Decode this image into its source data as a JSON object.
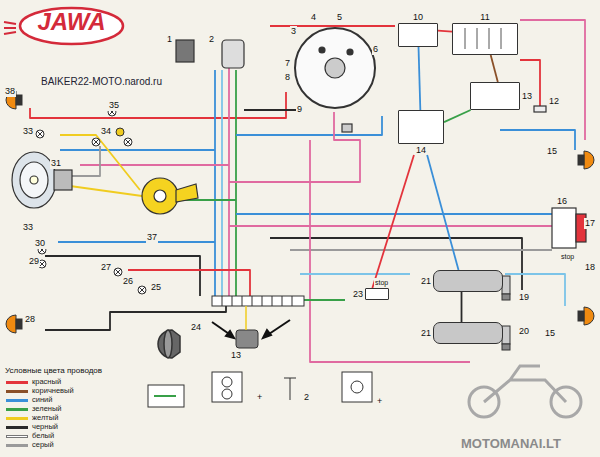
{
  "diagram": {
    "nodes": [
      {
        "text": [
          "JAWA"
        ]
      },
      {
        "text": [
          "10"
        ]
      },
      {
        "text": [
          "11"
        ]
      },
      {
        "text": [
          "13"
        ]
      },
      {
        "text": [
          "14"
        ]
      },
      {
        "text": [
          "23"
        ]
      },
      {
        "text": [
          "21"
        ]
      },
      {
        "text": [
          "21"
        ]
      }
    ],
    "edges": [
      {
        "from": 2,
        "to": 1,
        "arrow": "none"
      },
      {
        "from": 1,
        "to": 4,
        "arrow": "none"
      },
      {
        "from": 2,
        "to": 3,
        "arrow": "none"
      },
      {
        "from": 3,
        "to": 4,
        "arrow": "none"
      },
      {
        "from": 4,
        "to": 6,
        "arrow": "none"
      },
      {
        "from": 6,
        "to": 7,
        "arrow": "none"
      },
      {
        "from": 5,
        "to": 4,
        "arrow": "none"
      }
    ],
    "labels": [
      "BAIKER22-MOTO.narod.ru",
      "38",
      "1",
      "2",
      "3",
      "4",
      "5",
      "6",
      "7",
      "8",
      "9",
      "35",
      "33",
      "34",
      "31",
      "33",
      "30",
      "29",
      "28",
      "27",
      "26",
      "25",
      "24",
      "37",
      "13",
      "12",
      "15",
      "16",
      "17",
      "18",
      "stop",
      "19",
      "20",
      "15",
      "stop",
      "Условные цвета проводов",
      "+",
      "2",
      "+",
      "MOTOMANAI.LT"
    ],
    "legend": [
      {
        "text": "красный",
        "color": "#e3343c"
      },
      {
        "text": "коричневый",
        "color": "#8a5028"
      },
      {
        "text": "синий",
        "color": "#3a8fd8"
      },
      {
        "text": "зеленый",
        "color": "#38a048"
      },
      {
        "text": "желтый",
        "color": "#f0cc20"
      },
      {
        "text": "черный",
        "color": "#2a2a2a"
      },
      {
        "text": "белый",
        "color": "#ffffff"
      },
      {
        "text": "серый",
        "color": "#9a9a9a"
      }
    ]
  }
}
